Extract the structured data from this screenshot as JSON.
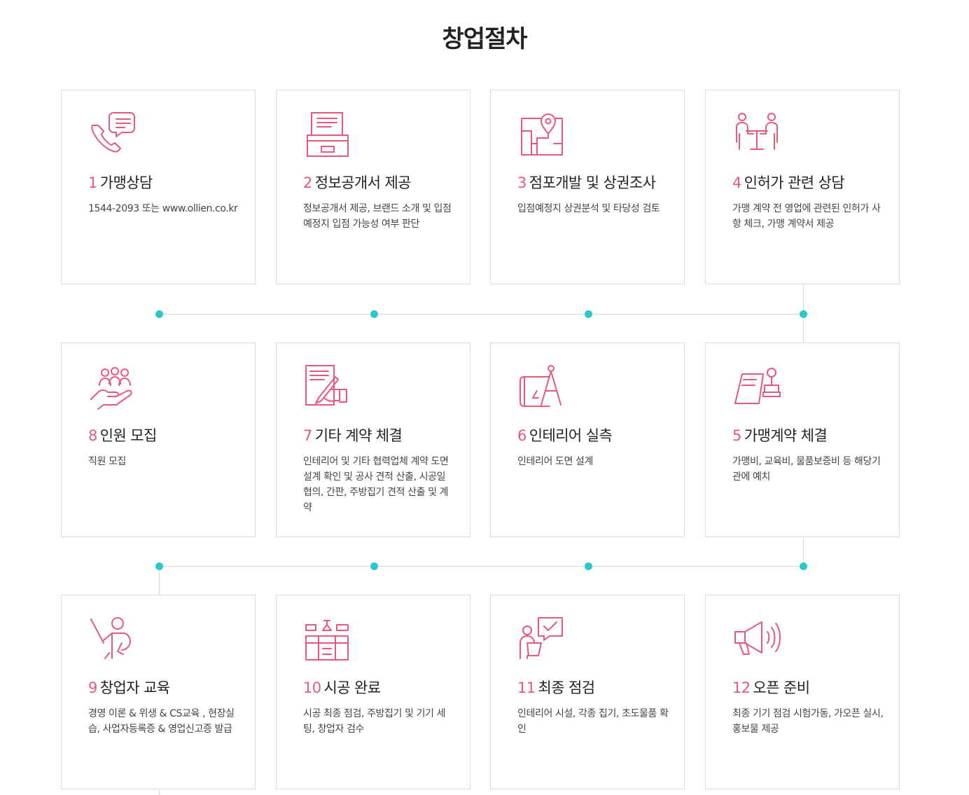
{
  "page": {
    "title": "창업절차"
  },
  "steps": [
    {
      "num": "1",
      "title": "가맹상담",
      "desc": "1544-2093 또는 www.ollien.co.kr",
      "icon": "phone-chat-icon"
    },
    {
      "num": "2",
      "title": "정보공개서 제공",
      "desc": "정보공개서 제공, 브랜드 소개 및 입점 예정지 입점 가능성 여부 판단",
      "icon": "document-tray-icon"
    },
    {
      "num": "3",
      "title": "점포개발 및 상권조사",
      "desc": "입점예정지 상권분석 및 타당성 검토",
      "icon": "map-pin-icon"
    },
    {
      "num": "4",
      "title": "인허가 관련 상담",
      "desc": "가맹 계약 전 영업에 관련된 인허가 사항 체크, 가맹 계약서 제공",
      "icon": "consultation-icon"
    },
    {
      "num": "5",
      "title": "가맹계약 체결",
      "desc": "가맹비, 교육비, 물품보증비 등 해당기관에 예치",
      "icon": "stamp-contract-icon"
    },
    {
      "num": "6",
      "title": "인테리어 실측",
      "desc": "인테리어 도면 설계",
      "icon": "blueprint-compass-icon"
    },
    {
      "num": "7",
      "title": "기타 계약 체결",
      "desc": "인테리어 및 기타 협력업체 계약 도면 설계 확인 및 공사 견적 산출, 시공일 협의, 간판, 주방집기 견적 산출 및 계약",
      "icon": "signing-contract-icon"
    },
    {
      "num": "8",
      "title": "인원 모집",
      "desc": "직원 모집",
      "icon": "hand-people-icon"
    },
    {
      "num": "9",
      "title": "창업자 교육",
      "desc": "경영 이론 & 위생 & CS교육 , 현장실습, 사업자등록증 & 영업신고증 발급",
      "icon": "teacher-icon"
    },
    {
      "num": "10",
      "title": "시공 완료",
      "desc": "시공 최종 점검, 주방집기 및 기기 세팅, 창업자 검수",
      "icon": "kitchen-icon"
    },
    {
      "num": "11",
      "title": "최종 점검",
      "desc": "인테리어 시설, 각종 집기, 초도물품 확인",
      "icon": "checklist-person-icon"
    },
    {
      "num": "12",
      "title": "오픈 준비",
      "desc": "최종 기기 점검 시험가동, 가오픈 실시, 홍보물 제공",
      "icon": "megaphone-icon"
    }
  ],
  "colors": {
    "accent": "#e8587a",
    "dot": "#2ec7c9",
    "border": "#dcdcdc"
  }
}
